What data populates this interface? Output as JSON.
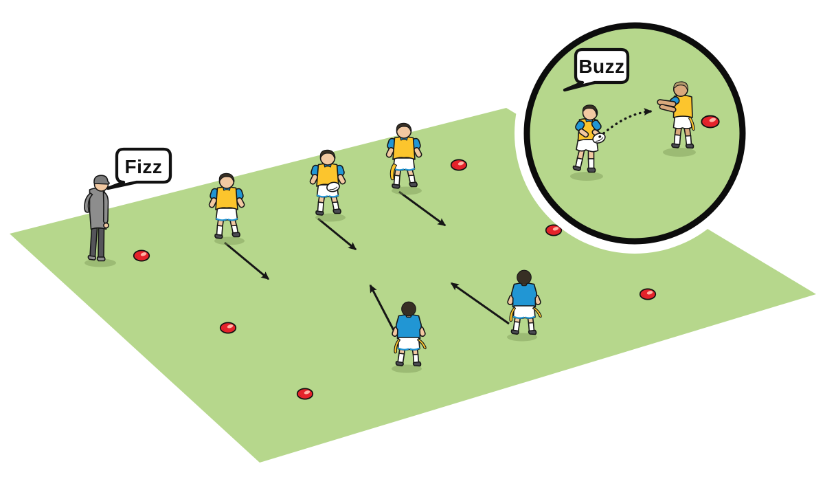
{
  "diagram": {
    "kind": "tag-rugby coaching drill, isometric pitch with magnifier inset",
    "speech_bubbles": {
      "fizz": "Fizz",
      "buzz": "Buzz"
    },
    "figures": {
      "coach": {
        "count": 1,
        "description": "coach in grey top, dark trousers and cap standing at left edge of pitch, calls Fizz"
      },
      "attackers": {
        "count": 3,
        "description": "players in yellow bibs over blue shirts running diagonally down-right, middle one carries ball"
      },
      "defenders": {
        "count": 2,
        "description": "players in blue shirts with yellow tag ribbons seen from behind, running up-left"
      },
      "inset_passer": {
        "count": 1,
        "description": "player in yellow bib passing white rugby ball, says Buzz"
      },
      "inset_receiver": {
        "count": 1,
        "description": "player in yellow bib reaching to catch the pass"
      }
    },
    "balls": {
      "count": 2,
      "color": "#ffffff",
      "description": "white rugby balls (one on pitch, one in inset)"
    },
    "cones": {
      "count": 7,
      "on_field": 6,
      "in_inset": 1,
      "color": "#e5232b"
    },
    "arrows": {
      "solid_count": 5,
      "dotted_count": 1,
      "color": "#161616",
      "attacker_direction": "down-right",
      "defender_direction": "up-left",
      "dotted_meaning": "pass trajectory in inset"
    },
    "colors": {
      "field_green": "#b6d78c",
      "bib_yellow": "#fcc52d",
      "shirt_blue": "#2196d4",
      "cone_red": "#e5232b",
      "outline_black": "#161616",
      "coach_grey": "#8d8d8d",
      "white": "#ffffff"
    }
  }
}
